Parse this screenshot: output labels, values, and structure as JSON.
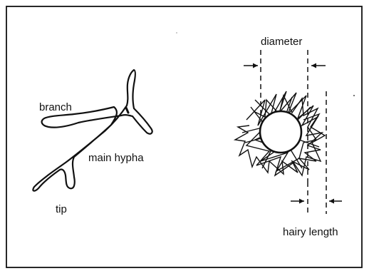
{
  "figure": {
    "left_panel": {
      "labels": {
        "branch": "branch",
        "main_hypha": "main hypha",
        "tip": "tip"
      }
    },
    "right_panel": {
      "labels": {
        "diameter": "diameter",
        "hairy_length": "hairy length"
      }
    }
  },
  "colors": {
    "ink": "#111111",
    "background": "#ffffff"
  }
}
